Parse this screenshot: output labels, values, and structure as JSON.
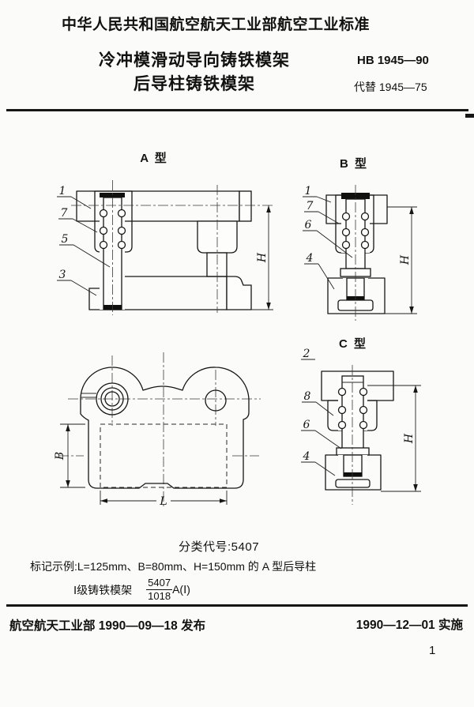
{
  "header": {
    "standard_org_line": "中华人民共和国航空航天工业部航空工业标准",
    "title_line1": "冷冲模滑动导向铸铁模架",
    "title_line2": "后导柱铸铁模架",
    "standard_no": "HB 1945—90",
    "supersedes": "代替 1945—75"
  },
  "figures": {
    "type_a": {
      "title": "A 型",
      "labels": [
        "1",
        "7",
        "5",
        "3"
      ],
      "dim_h": "H"
    },
    "type_b": {
      "title": "B 型",
      "labels": [
        "1",
        "7",
        "6",
        "4"
      ],
      "dim_h": "H"
    },
    "type_c": {
      "title": "C 型",
      "labels": [
        "2",
        "8",
        "6",
        "4"
      ],
      "dim_h": "H"
    },
    "plan": {
      "dim_b": "B",
      "dim_l": "L"
    }
  },
  "notes": {
    "classification": "分类代号:5407",
    "marking_line1": "标记示例:L=125mm、B=80mm、H=150mm 的 A 型后导柱",
    "marking_line2_prefix": "Ⅰ级铸铁模架",
    "fraction_numerator": "5407",
    "fraction_denominator": "1018",
    "marking_line2_suffix": "A(Ⅰ)"
  },
  "footer": {
    "issued": "航空航天工业部 1990—09—18 发布",
    "implemented": "1990—12—01 实施",
    "page_number": "1"
  }
}
